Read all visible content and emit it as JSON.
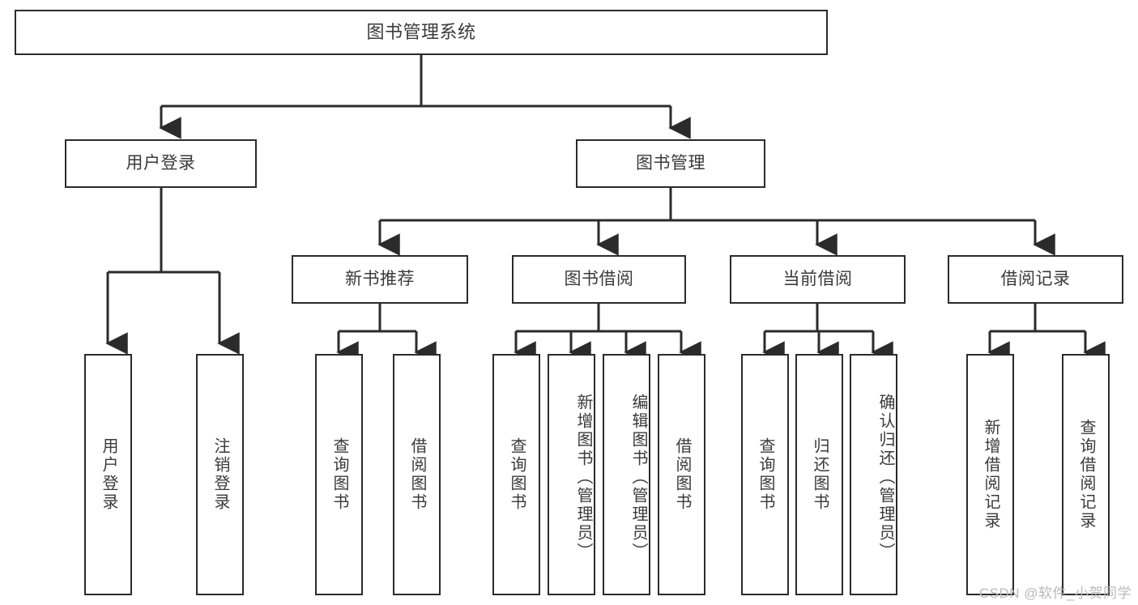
{
  "diagram": {
    "title": "图书管理系统",
    "watermark": "CSDN @软件_小贺同学",
    "line_color": "#2b2b2b",
    "text_color": "#3a3a3a",
    "background": "#ffffff",
    "root": {
      "label": "图书管理系统"
    },
    "level2": [
      {
        "label": "用户登录"
      },
      {
        "label": "图书管理"
      }
    ],
    "level3": [
      {
        "label": "新书推荐"
      },
      {
        "label": "图书借阅"
      },
      {
        "label": "当前借阅"
      },
      {
        "label": "借阅记录"
      }
    ],
    "leaves": {
      "user_login": [
        {
          "label": "用户登录"
        },
        {
          "label": "注销登录"
        }
      ],
      "new_book": [
        {
          "label": "查询图书"
        },
        {
          "label": "借阅图书"
        }
      ],
      "book_borrow": [
        {
          "label": "查询图书"
        },
        {
          "label": "新增图书（管理员）"
        },
        {
          "label": "编辑图书（管理员）"
        },
        {
          "label": "借阅图书"
        }
      ],
      "current_borrow": [
        {
          "label": "查询图书"
        },
        {
          "label": "归还图书"
        },
        {
          "label": "确认归还（管理员）"
        }
      ],
      "borrow_record": [
        {
          "label": "新增借阅记录"
        },
        {
          "label": "查询借阅记录"
        }
      ]
    }
  }
}
